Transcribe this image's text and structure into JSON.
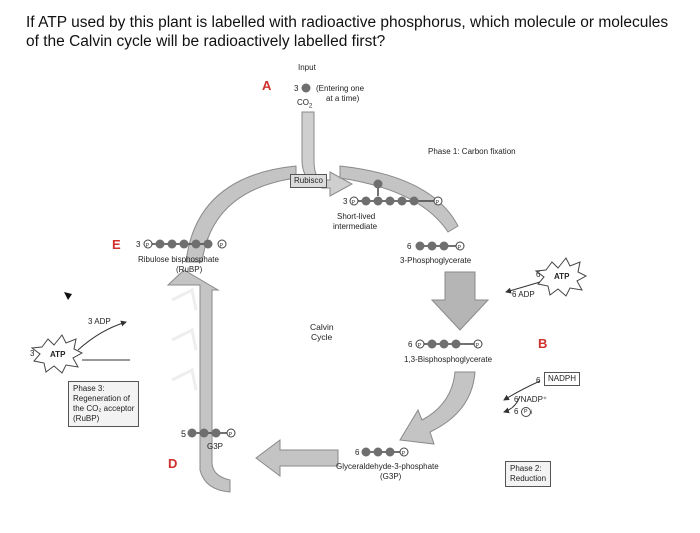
{
  "question": "If ATP used by this plant is labelled with radioactive phosphorus, which molecule or molecules of the Calvin cycle will be radioactively labelled first?",
  "letters": {
    "a": "A",
    "b": "B",
    "d": "D",
    "e": "E"
  },
  "input": {
    "title": "Input",
    "count": "3",
    "co2": "CO",
    "co2_sub": "2",
    "entering": "(Entering one",
    "at_a_time": "at a time)"
  },
  "enzyme": "Rubisco",
  "phase1": "Phase 1: Carbon fixation",
  "phase2": [
    "Phase 2:",
    "Reduction"
  ],
  "phase3": [
    "Phase 3:",
    "Regeneration of",
    "the CO₂ acceptor",
    "(RuBP)"
  ],
  "cycle_name": [
    "Calvin",
    "Cycle"
  ],
  "molecules": {
    "intermediate_count": "3",
    "intermediate": [
      "Short-lived",
      "intermediate"
    ],
    "pga_count": "6",
    "pga": "3-Phosphoglycerate",
    "bpg_count": "6",
    "bpg": "1,3-Bisphosphoglycerate",
    "g3p_count": "6",
    "g3p": [
      "Glyceraldehyde-3-phosphate",
      "(G3P)"
    ],
    "g3p5_count": "5",
    "g3p_out": "G3P",
    "rubp_count": "3",
    "rubp": [
      "Ribulose bisphosphate",
      "(RuBP)"
    ]
  },
  "energy": {
    "atp6": "6",
    "atp": "ATP",
    "adp6": "6 ADP",
    "nadph6": "6",
    "nadph": "NADPH",
    "nadp6": "6 NADP⁺",
    "pi6": "6",
    "atp3": "3",
    "adp3": "3 ADP"
  },
  "colors": {
    "arrow": "#bdbdbd",
    "arrow_stroke": "#8a8a8a",
    "carbon": "#6f6f6f",
    "letter": "#d0312d"
  }
}
